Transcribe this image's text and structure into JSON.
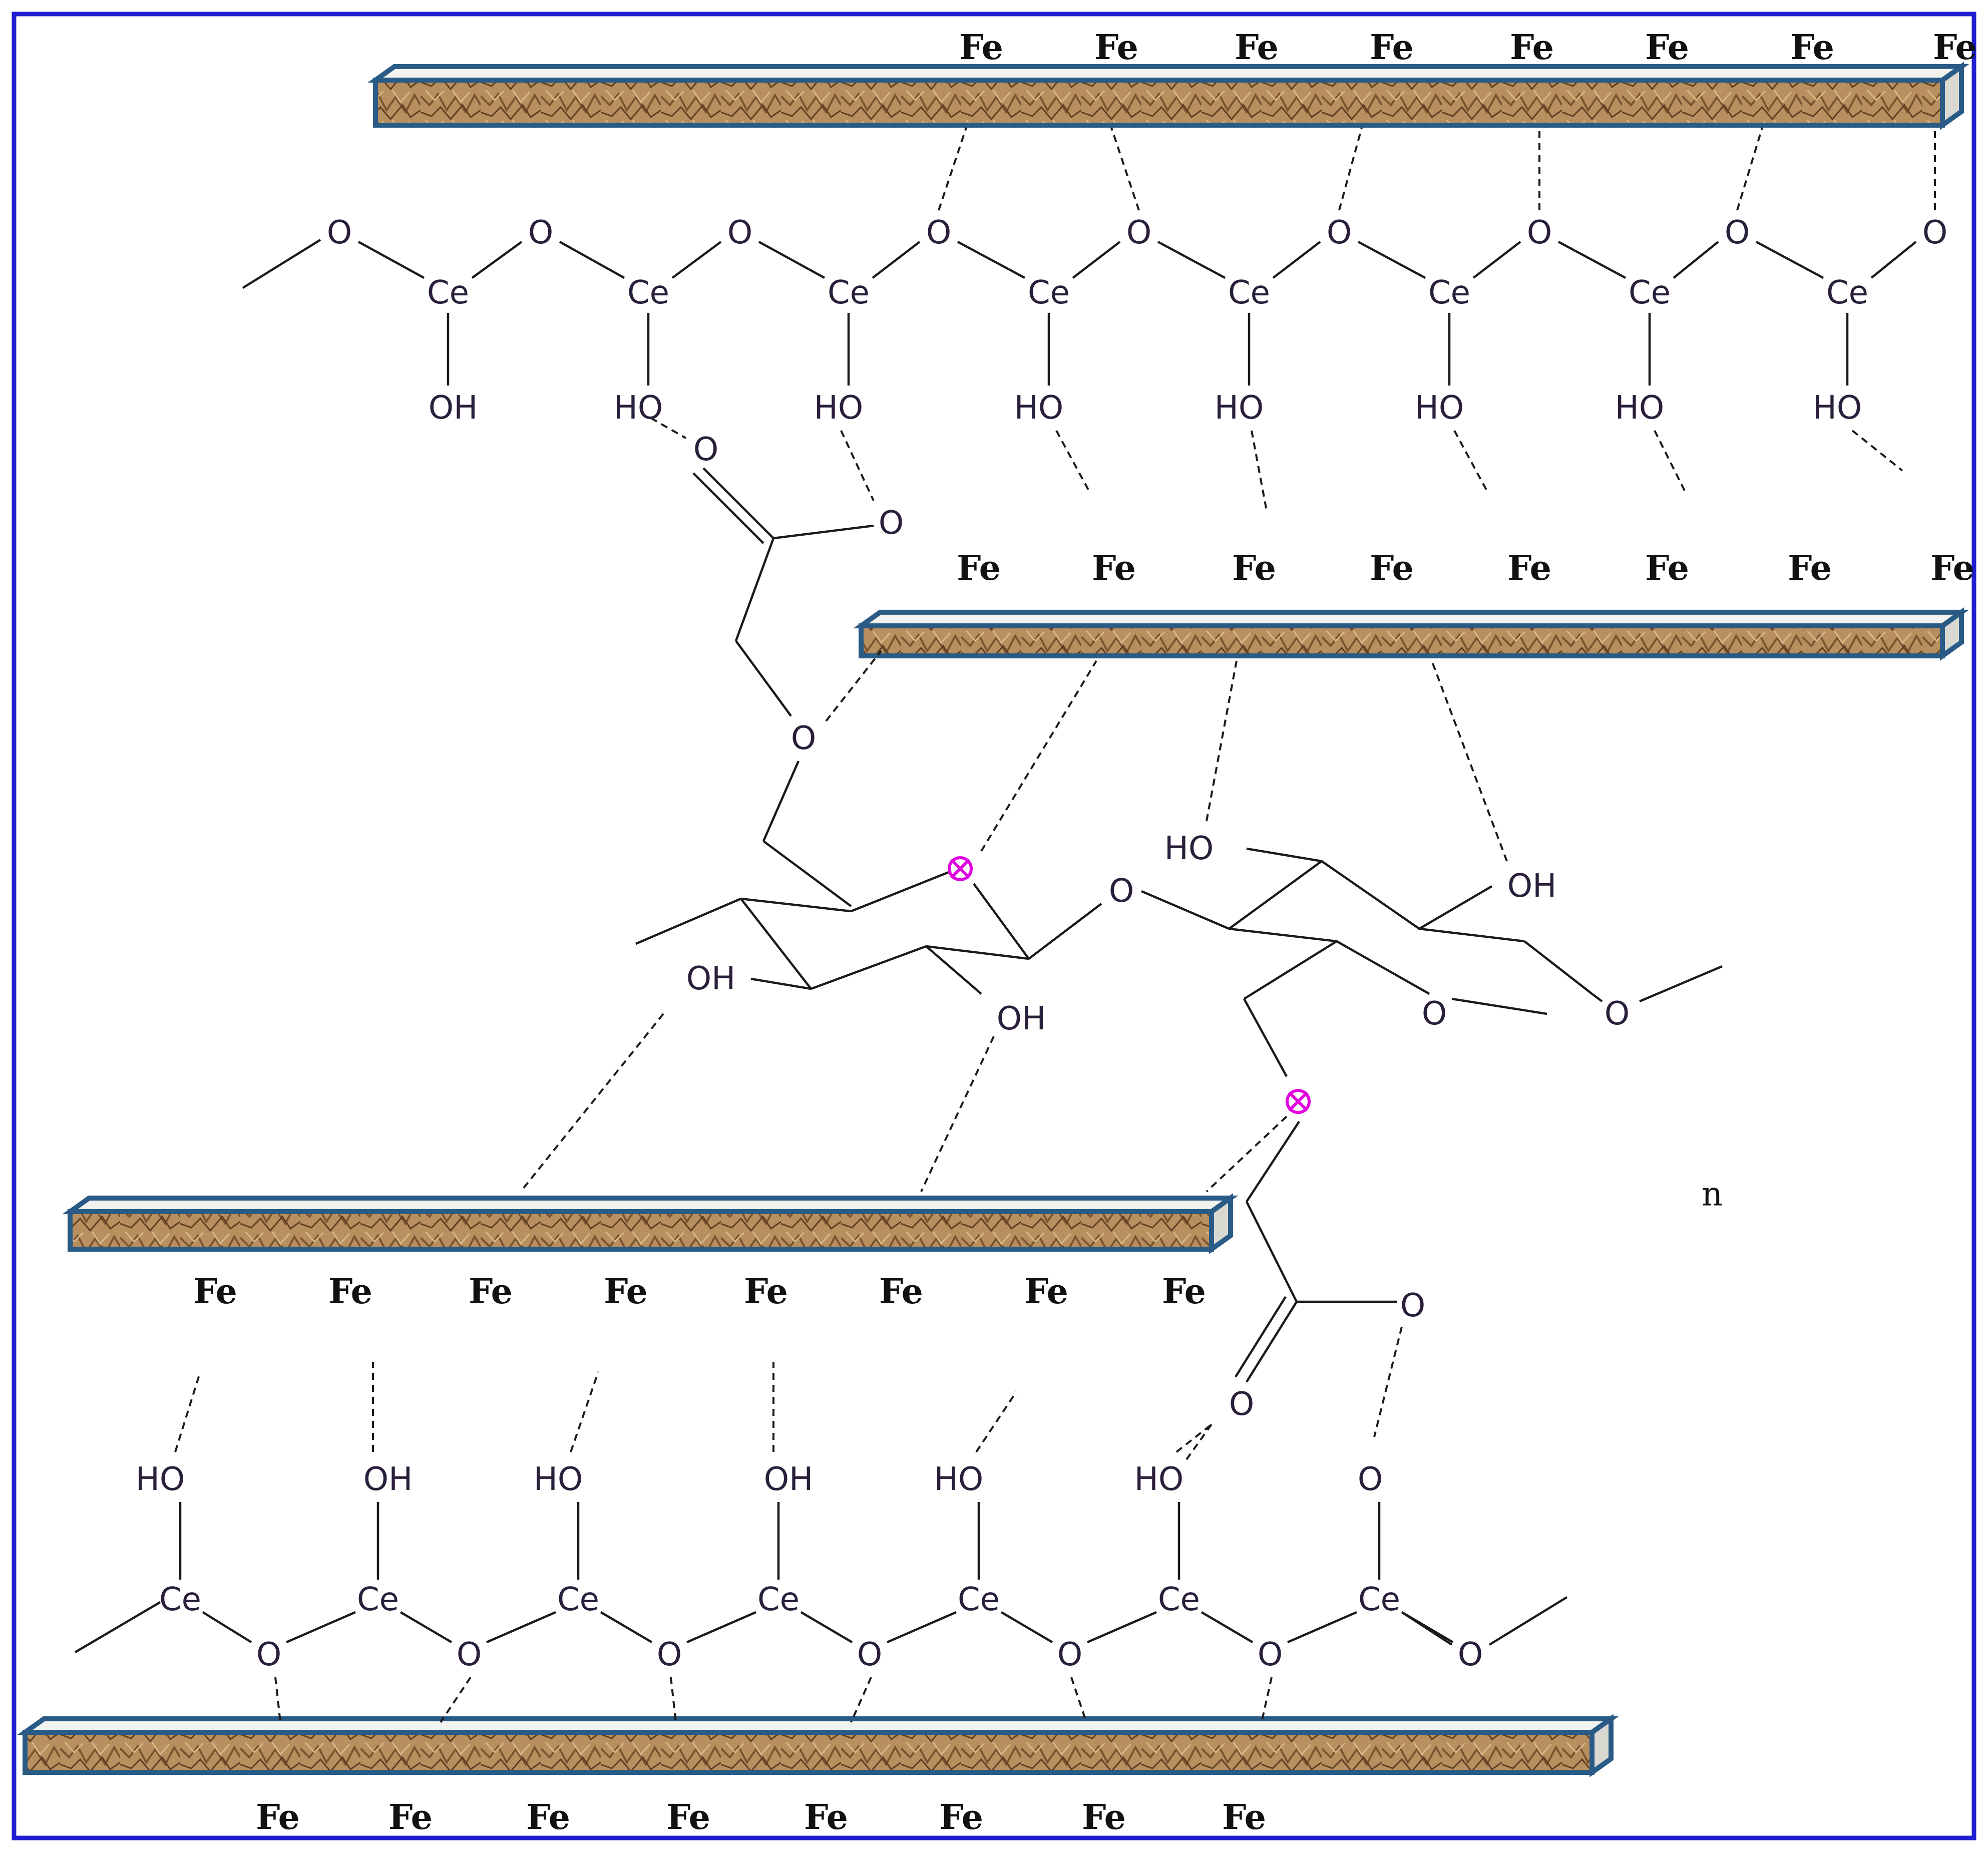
{
  "labels": {
    "iron": "Fe",
    "cerium": "Ce",
    "oxygen": "O",
    "hydroxyl_right": "OH",
    "hydroxyl_left": "HO",
    "repeat_unit": "n"
  },
  "colors": {
    "frame_border": "#1f1fd0",
    "plate_edge": "#2a5b86",
    "plate_texture": "#b8905f",
    "crossed_atom_marker": "#e000e0"
  },
  "plates": {
    "count": 4,
    "fe_per_plate": 8
  },
  "cerium_chains": {
    "top_ce_count": 8,
    "bottom_ce_count": 7
  }
}
